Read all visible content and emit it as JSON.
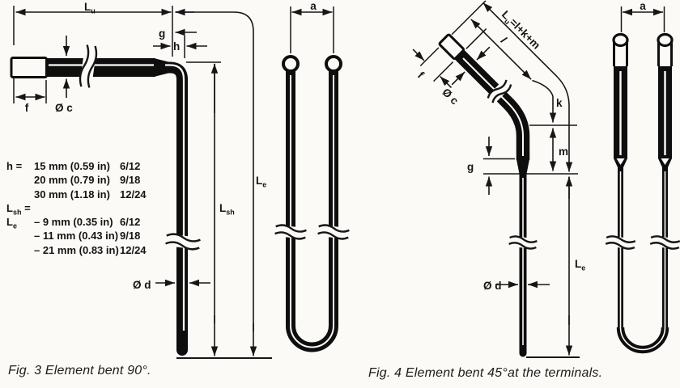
{
  "fig3": {
    "caption": "Fig. 3  Element bent 90°.",
    "dims": {
      "Lu_main": "L",
      "Lu_sub": "u",
      "g": "g",
      "h": "h",
      "f": "f",
      "dia_c": "Ø c",
      "dia_d": "Ø d",
      "Lsh_main": "L",
      "Lsh_sub": "sh",
      "Le_main": "L",
      "Le_sub": "e",
      "a": "a"
    },
    "spec_rows": [
      {
        "pre_main": "h",
        "pre_sub": "",
        "pre_tail": " =",
        "body": "15 mm (0.59 in)",
        "size": "6/12"
      },
      {
        "pre_main": "",
        "pre_sub": "",
        "pre_tail": "",
        "body": "20 mm (0.79 in)",
        "size": "9/18"
      },
      {
        "pre_main": "",
        "pre_sub": "",
        "pre_tail": "",
        "body": "30 mm (1.18 in)",
        "size": "12/24"
      },
      {
        "pre_main": "L",
        "pre_sub": "sh",
        "pre_tail": " =",
        "body": "",
        "size": ""
      },
      {
        "pre_main": "L",
        "pre_sub": "e",
        "pre_tail": "",
        "body": "– 9 mm (0.35 in)",
        "size": "6/12"
      },
      {
        "pre_main": "",
        "pre_sub": "",
        "pre_tail": "",
        "body": "– 11 mm (0.43 in)",
        "size": "9/18"
      },
      {
        "pre_main": "",
        "pre_sub": "",
        "pre_tail": "",
        "body": "– 21 mm (0.83 in)",
        "size": "12/24"
      }
    ]
  },
  "fig4": {
    "caption": "Fig. 4  Element bent 45°at the terminals.",
    "dims": {
      "Lu_main": "L",
      "Lu_sub": "u",
      "Lu_rest": "=l+k+m",
      "l": "l",
      "k": "k",
      "m": "m",
      "g": "g",
      "f": "f",
      "dia_c": "Ø c",
      "dia_d": "Ø d",
      "Le_main": "L",
      "Le_sub": "e",
      "a": "a"
    }
  }
}
